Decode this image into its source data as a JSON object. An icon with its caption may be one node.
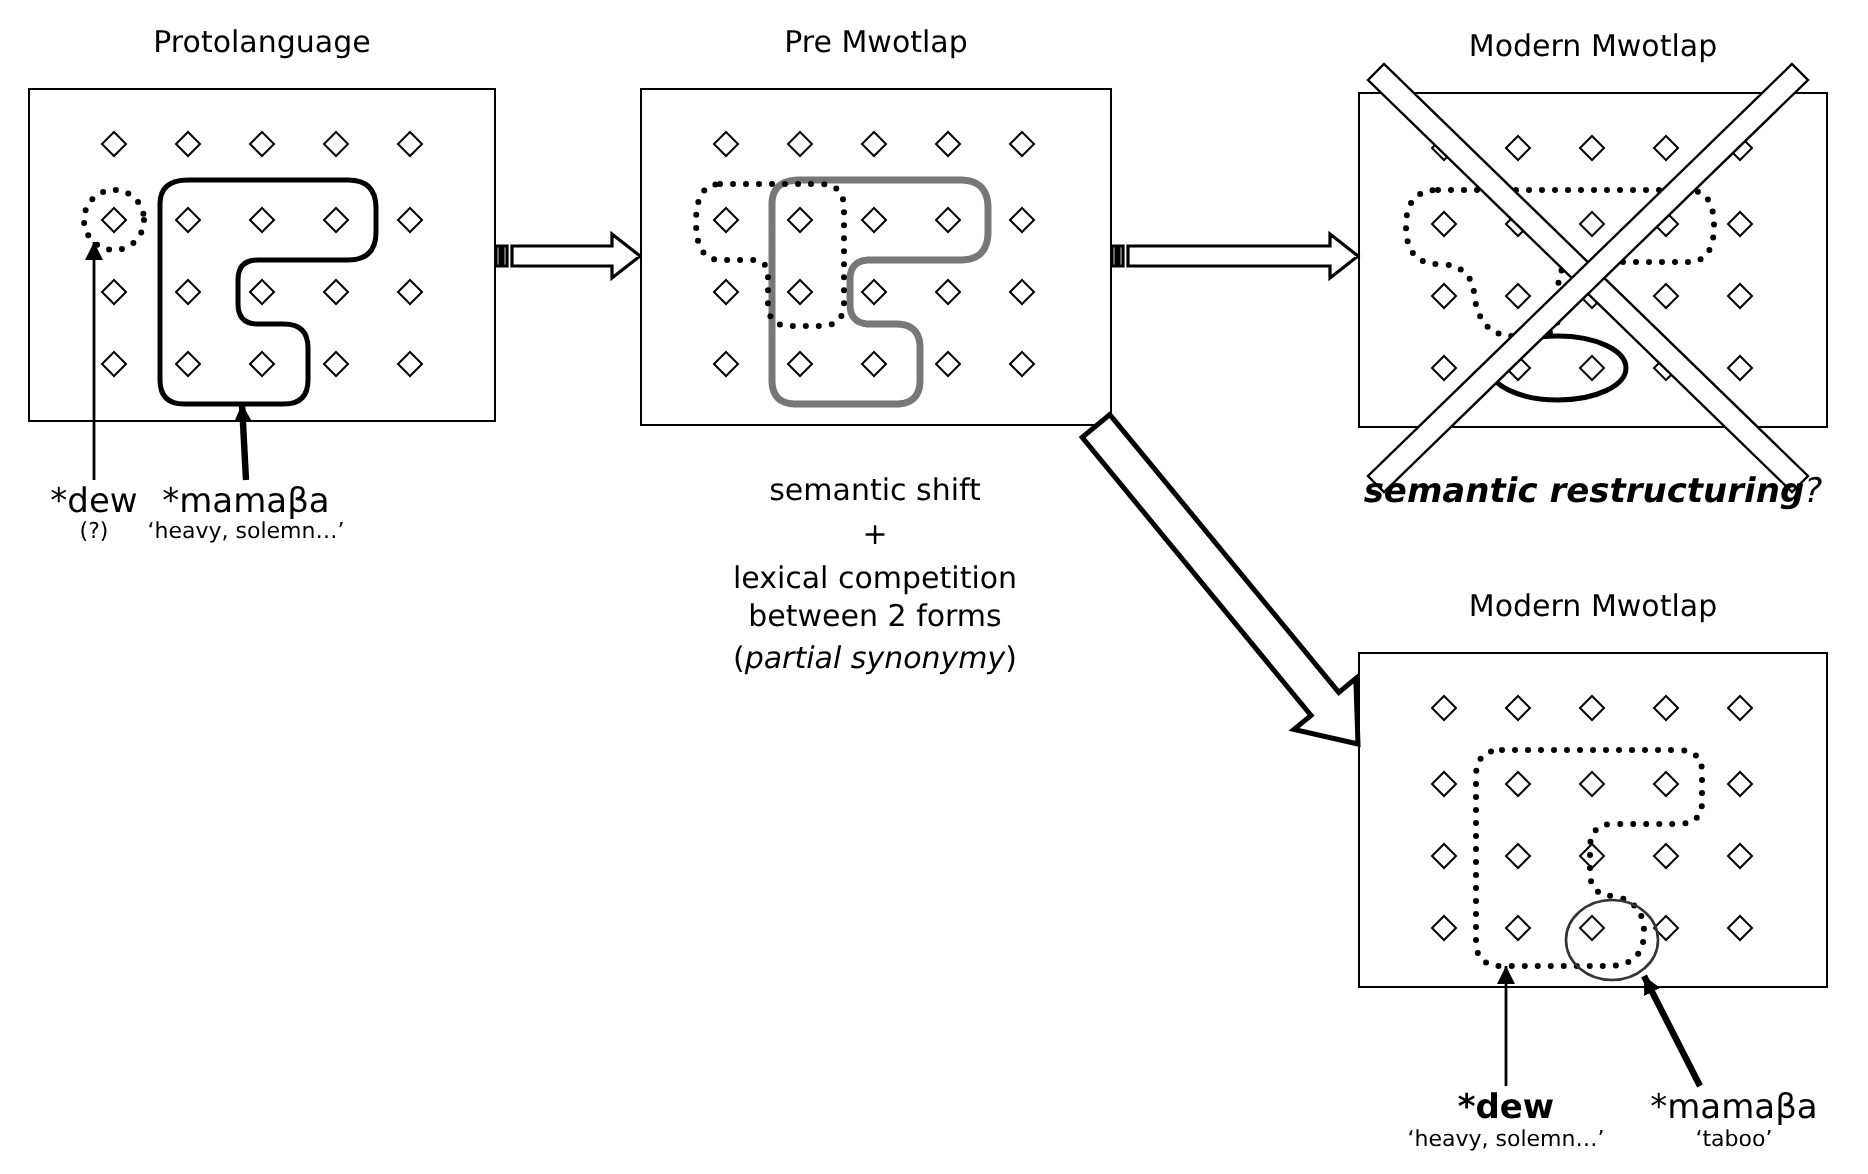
{
  "diagram": {
    "nodes": [
      {
        "text": [
          "Protolanguage"
        ]
      },
      {
        "text": [],
        "shape": "circle",
        "in": 0
      },
      {
        "text": [],
        "shape": "blob",
        "in": 0
      },
      {
        "text": [
          "*dew"
        ],
        "beside": [
          "(?)"
        ]
      },
      {
        "text": [
          "*mamaβa"
        ],
        "beside": [
          "‘heavy, solemn…’"
        ]
      },
      {
        "text": [
          "Pre Mwotlap"
        ]
      },
      {
        "text": [
          "Modern Mwotlap"
        ],
        "beside": [
          "**semantic restructuring**?"
        ]
      },
      {
        "text": [
          "Modern Mwotlap"
        ]
      },
      {
        "text": [],
        "shape": "blob",
        "in": 7
      },
      {
        "text": [],
        "shape": "circle",
        "in": 7
      },
      {
        "text": [
          "***dew**"
        ],
        "beside": [
          "‘heavy, solemn…’"
        ]
      },
      {
        "text": [
          "*mamaβa"
        ],
        "beside": [
          "‘taboo’"
        ]
      }
    ],
    "edges": [
      {
        "from": 3,
        "to": 1,
        "arrow": "to"
      },
      {
        "from": 4,
        "to": 2,
        "arrow": "to",
        "style": "thick"
      },
      {
        "from": 0,
        "to": 5,
        "arrow": "to"
      },
      {
        "from": 5,
        "to": 6,
        "arrow": "to"
      },
      {
        "from": 5,
        "to": 7,
        "arrow": "to",
        "style": "thick"
      },
      {
        "from": 10,
        "to": 8,
        "arrow": "to"
      },
      {
        "from": 11,
        "to": 9,
        "arrow": "to",
        "style": "thick"
      }
    ],
    "labels": [
      "semantic shift",
      "+",
      "lexical competition between 2 forms",
      "(*partial synonymy*)"
    ]
  }
}
